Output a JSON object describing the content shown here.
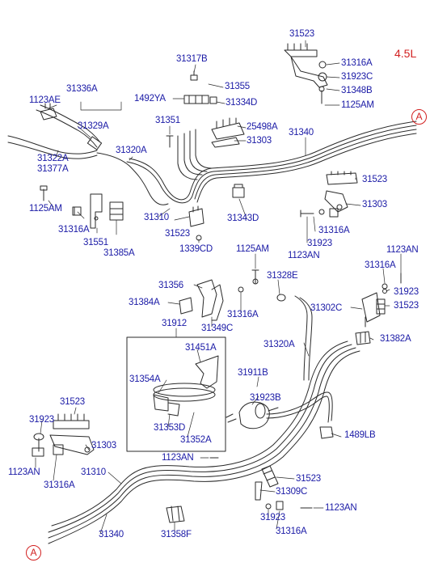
{
  "engine_label": "4.5L",
  "reference_mark": "A",
  "parts": {
    "p31523_top": "31523",
    "p31316A_top": "31316A",
    "p31923C": "31923C",
    "p31348B": "31348B",
    "p1125AM_top": "1125AM",
    "p31317B": "31317B",
    "p31355": "31355",
    "p1492YA": "1492YA",
    "p31334D": "31334D",
    "p31336A": "31336A",
    "p1123AE": "1123AE",
    "p31329A": "31329A",
    "p31351": "31351",
    "p25498A": "25498A",
    "p31303_top": "31303",
    "p31340_top": "31340",
    "p31322A": "31322A",
    "p31377A": "31377A",
    "p31320A_top": "31320A",
    "p31523_right": "31523",
    "p31303_right": "31303",
    "p1125AM_left": "1125AM",
    "p31316A_left": "31316A",
    "p31310_top": "31310",
    "p31343D": "31343D",
    "p31316A_right": "31316A",
    "p31551": "31551",
    "p31385A": "31385A",
    "p31523_mid": "31523",
    "p1339CD": "1339CD",
    "p31923_right": "31923",
    "p1123AN_right": "1123AN",
    "p1125AM_mid": "1125AM",
    "p1123AN_far": "1123AN",
    "p31316A_far": "31316A",
    "p31923_far": "31923",
    "p31356": "31356",
    "p31328E": "31328E",
    "p31384A": "31384A",
    "p31316A_mid": "31316A",
    "p31349C": "31349C",
    "p31302C": "31302C",
    "p31523_far": "31523",
    "p31912": "31912",
    "p31451A": "31451A",
    "p31382A": "31382A",
    "p31320A_low": "31320A",
    "p31354A": "31354A",
    "p31911B": "31911B",
    "p31923B": "31923B",
    "p31353D": "31353D",
    "p31352A": "31352A",
    "p31523_lowleft": "31523",
    "p31923_lowleft": "31923",
    "p31303_lowleft": "31303",
    "p1489LB": "1489LB",
    "p1123AN_lowleft": "1123AN",
    "p31316A_lowleft": "31316A",
    "p1123AN_low": "1123AN",
    "p31310_low": "31310",
    "p31523_low": "31523",
    "p31309C": "31309C",
    "p1123AN_bottom": "1123AN",
    "p31923_bottom": "31923",
    "p31340_bottom": "31340",
    "p31358F": "31358F",
    "p31316A_bottom": "31316A"
  },
  "colors": {
    "label": "#1a1aa6",
    "accent": "#d22020",
    "line": "#2a2a2a"
  }
}
